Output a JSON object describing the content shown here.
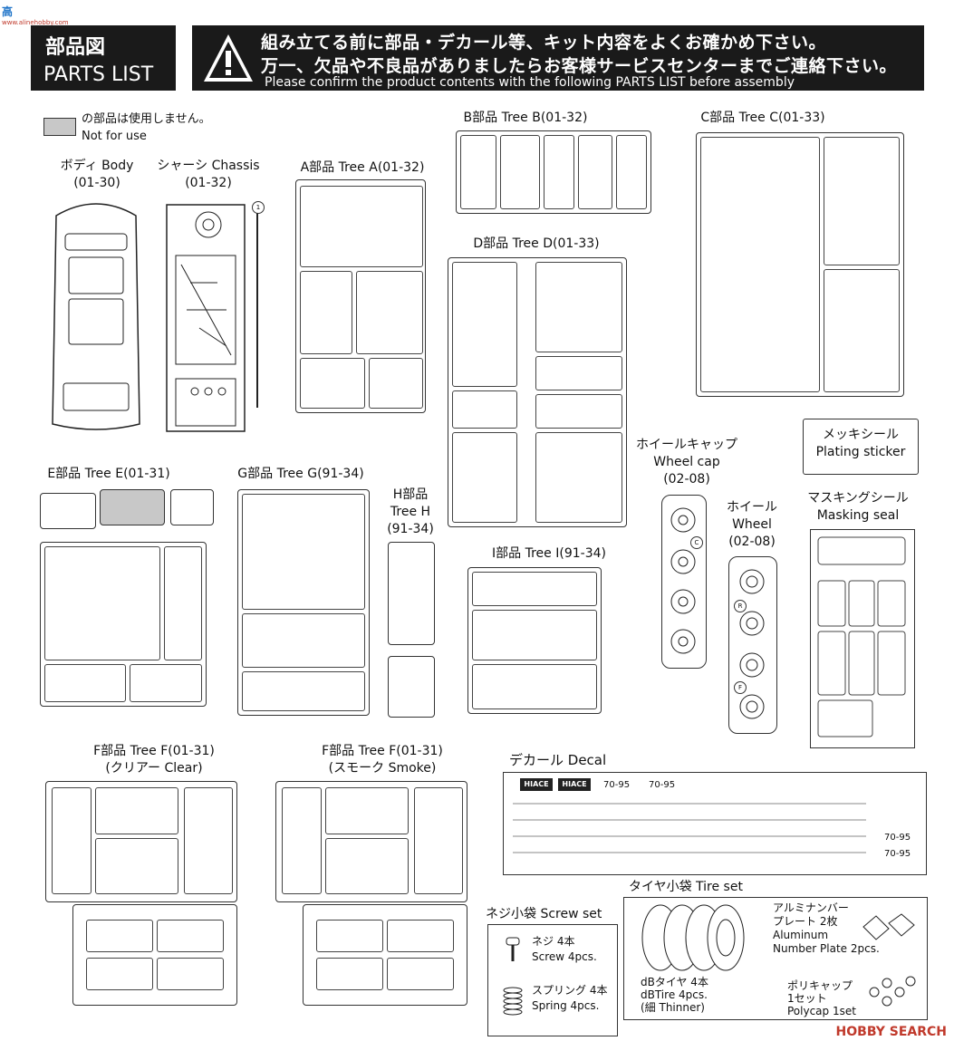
{
  "header": {
    "title_jp": "部品図",
    "title_en": "PARTS LIST",
    "warning_jp_1": "組み立てる前に部品・デカール等、キット内容をよくお確かめ下さい。",
    "warning_jp_2": "万一、欠品や不良品がありましたらお客様サービスセンターまでご連絡下さい。",
    "warning_en": "Please confirm the product contents with the following PARTS LIST before assembly"
  },
  "watermark_top": {
    "brand": "高",
    "url": "www.alinehobby.com"
  },
  "legend": {
    "jp": "の部品は使用しません。",
    "en": "Not for use"
  },
  "parts": {
    "body": {
      "name": "ボディ Body",
      "code": "(01-30)"
    },
    "chassis": {
      "name": "シャーシ Chassis",
      "code": "(01-32)"
    },
    "tree_a": {
      "name": "A部品 Tree A",
      "code": "(01-32)"
    },
    "tree_b": {
      "name": "B部品 Tree B",
      "code": "(01-32)"
    },
    "tree_c": {
      "name": "C部品 Tree C",
      "code": "(01-33)"
    },
    "tree_d": {
      "name": "D部品 Tree D",
      "code": "(01-33)"
    },
    "tree_e": {
      "name": "E部品 Tree E",
      "code": "(01-31)"
    },
    "tree_g": {
      "name": "G部品 Tree G",
      "code": "(91-34)"
    },
    "tree_h": {
      "name1": "H部品",
      "name2": "Tree H",
      "code": "(91-34)"
    },
    "tree_i": {
      "name": "I部品 Tree I",
      "code": "(91-34)"
    },
    "wheel_cap": {
      "name1": "ホイールキャップ",
      "name2": "Wheel cap",
      "code": "(02-08)"
    },
    "wheel": {
      "name1": "ホイール",
      "name2": "Wheel",
      "code": "(02-08)"
    },
    "plating": {
      "name1": "メッキシール",
      "name2": "Plating sticker"
    },
    "masking": {
      "name1": "マスキングシール",
      "name2": "Masking seal"
    },
    "tree_f_clear": {
      "name": "F部品 Tree F",
      "code": "(01-31)",
      "variant": "(クリアー Clear)"
    },
    "tree_f_smoke": {
      "name": "F部品 Tree F",
      "code": "(01-31)",
      "variant": "(スモーク Smoke)"
    },
    "decal": {
      "name": "デカール Decal",
      "brand": "HIACE",
      "plate": "70-95"
    },
    "screw_set": {
      "title": "ネジ小袋 Screw set",
      "screw_jp": "ネジ 4本",
      "screw_en": "Screw 4pcs.",
      "spring_jp": "スプリング 4本",
      "spring_en": "Spring 4pcs."
    },
    "tire_set": {
      "title": "タイヤ小袋 Tire set",
      "tire_jp": "dBタイヤ 4本",
      "tire_en": "dBTire 4pcs.",
      "tire_note": "(細 Thinner)",
      "plate_jp1": "アルミナンバー",
      "plate_jp2": "プレート 2枚",
      "plate_en1": "Aluminum",
      "plate_en2": "Number Plate 2pcs.",
      "poly_jp1": "ポリキャップ",
      "poly_jp2": "1セット",
      "poly_en": "Polycap 1set"
    }
  },
  "wheel_marks": {
    "cap": "C",
    "r": "R",
    "f": "F"
  },
  "watermark_bottom": "HOBBY SEARCH",
  "colors": {
    "header_bg": "#1a1a1a",
    "unused_gray": "#c8c8c8",
    "watermark_red": "#c0392b"
  }
}
